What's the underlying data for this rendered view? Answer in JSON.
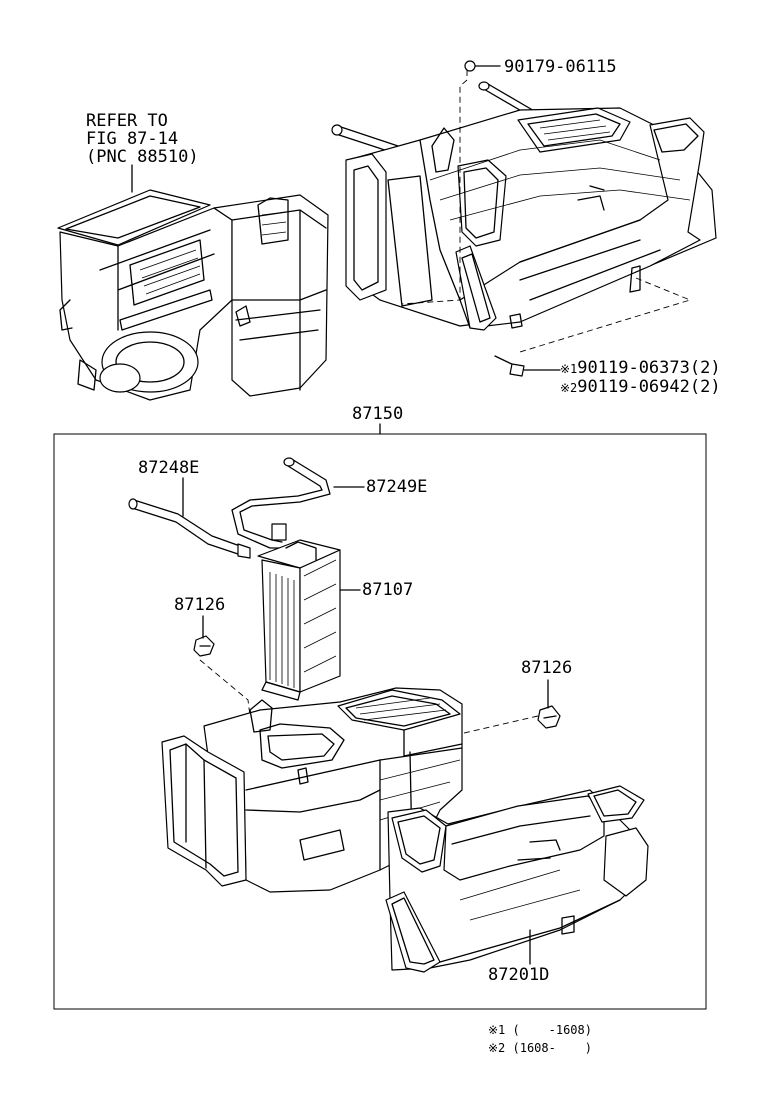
{
  "refer": {
    "line1": "REFER TO",
    "line2": "FIG 87-14",
    "line3": "(PNC 88510)"
  },
  "parts": {
    "nut": "90179-06115",
    "bolt1_mark": "※1",
    "bolt1": "90119-06373(2)",
    "bolt2_mark": "※2",
    "bolt2": "90119-06942(2)",
    "assembly": "87150",
    "pipe_left": "87248E",
    "pipe_right": "87249E",
    "core": "87107",
    "clip_left": "87126",
    "clip_right": "87126",
    "duct": "87201D"
  },
  "notes": {
    "note1": "※1 (    -1608)",
    "note2": "※2 (1608-    )"
  }
}
